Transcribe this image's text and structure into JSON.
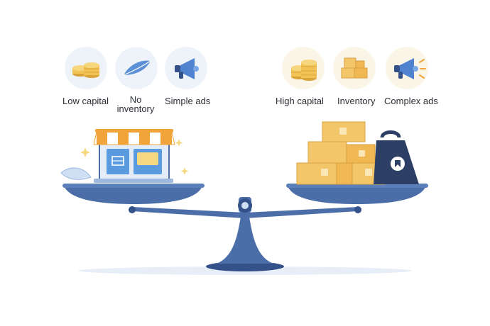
{
  "left_side": {
    "items": [
      {
        "label": "Low capital",
        "icon": "coin-stack-icon"
      },
      {
        "label": "No inventory",
        "icon": "feather-icon"
      },
      {
        "label": "Simple ads",
        "icon": "megaphone-icon"
      }
    ]
  },
  "right_side": {
    "items": [
      {
        "label": "High capital",
        "icon": "coin-stack-icon"
      },
      {
        "label": "Inventory",
        "icon": "boxes-icon"
      },
      {
        "label": "Complex ads",
        "icon": "megaphone-icon"
      }
    ]
  },
  "colors": {
    "scale_blue": "#4b6ea8",
    "scale_dark": "#34518a",
    "gold": "#f2c355",
    "box": "#f3c66a",
    "weight": "#2e3f66",
    "awning_orange": "#f0a43a",
    "screen_blue": "#5a9be0"
  }
}
